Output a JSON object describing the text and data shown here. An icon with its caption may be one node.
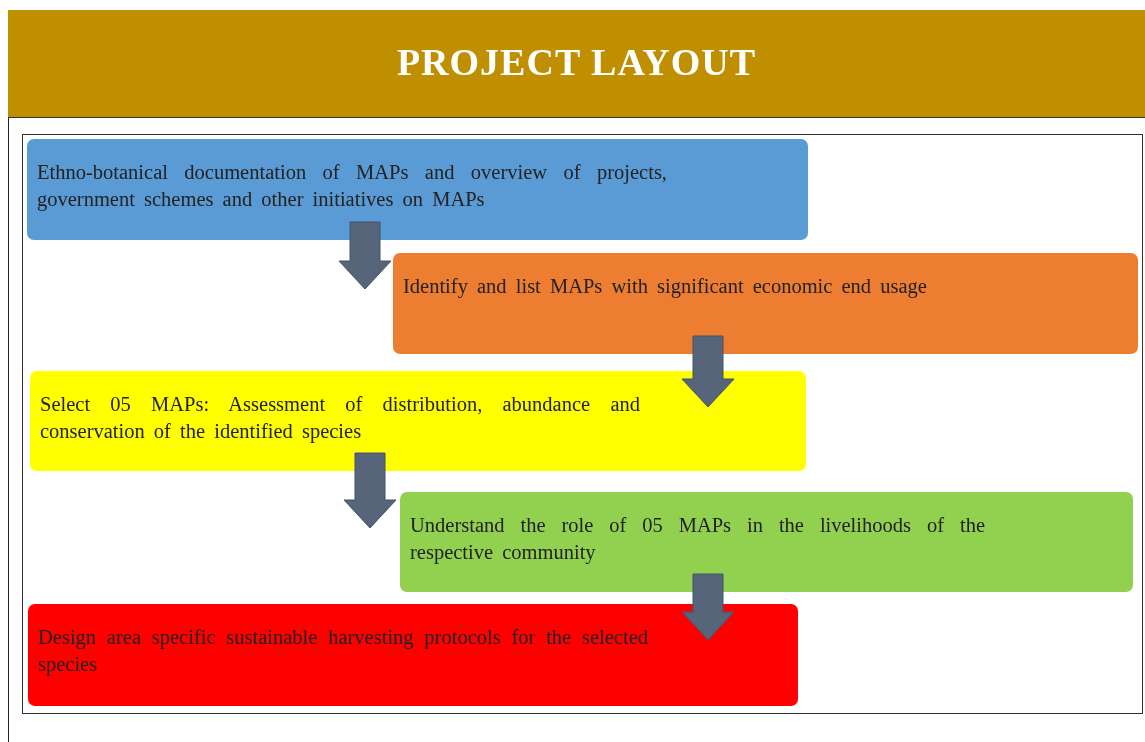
{
  "diagram": {
    "title": "PROJECT LAYOUT",
    "nodes": [
      {
        "text": [
          "Ethno-botanical documentation of MAPs and overview of projects, government schemes and other initiatives on MAPs"
        ]
      },
      {
        "text": [
          "Identify and list MAPs with significant economic end usage"
        ]
      },
      {
        "text": [
          "Select 05 MAPs: Assessment of distribution, abundance and conservation of the identified species"
        ]
      },
      {
        "text": [
          "Understand the role of 05 MAPs in the livelihoods of the respective community"
        ]
      },
      {
        "text": [
          "Design area specific sustainable harvesting protocols for the selected species"
        ]
      }
    ],
    "edges": [
      {
        "from": 0,
        "to": 1,
        "arrow": "to"
      },
      {
        "from": 1,
        "to": 2,
        "arrow": "to"
      },
      {
        "from": 2,
        "to": 3,
        "arrow": "to"
      },
      {
        "from": 3,
        "to": 4,
        "arrow": "to"
      }
    ]
  }
}
